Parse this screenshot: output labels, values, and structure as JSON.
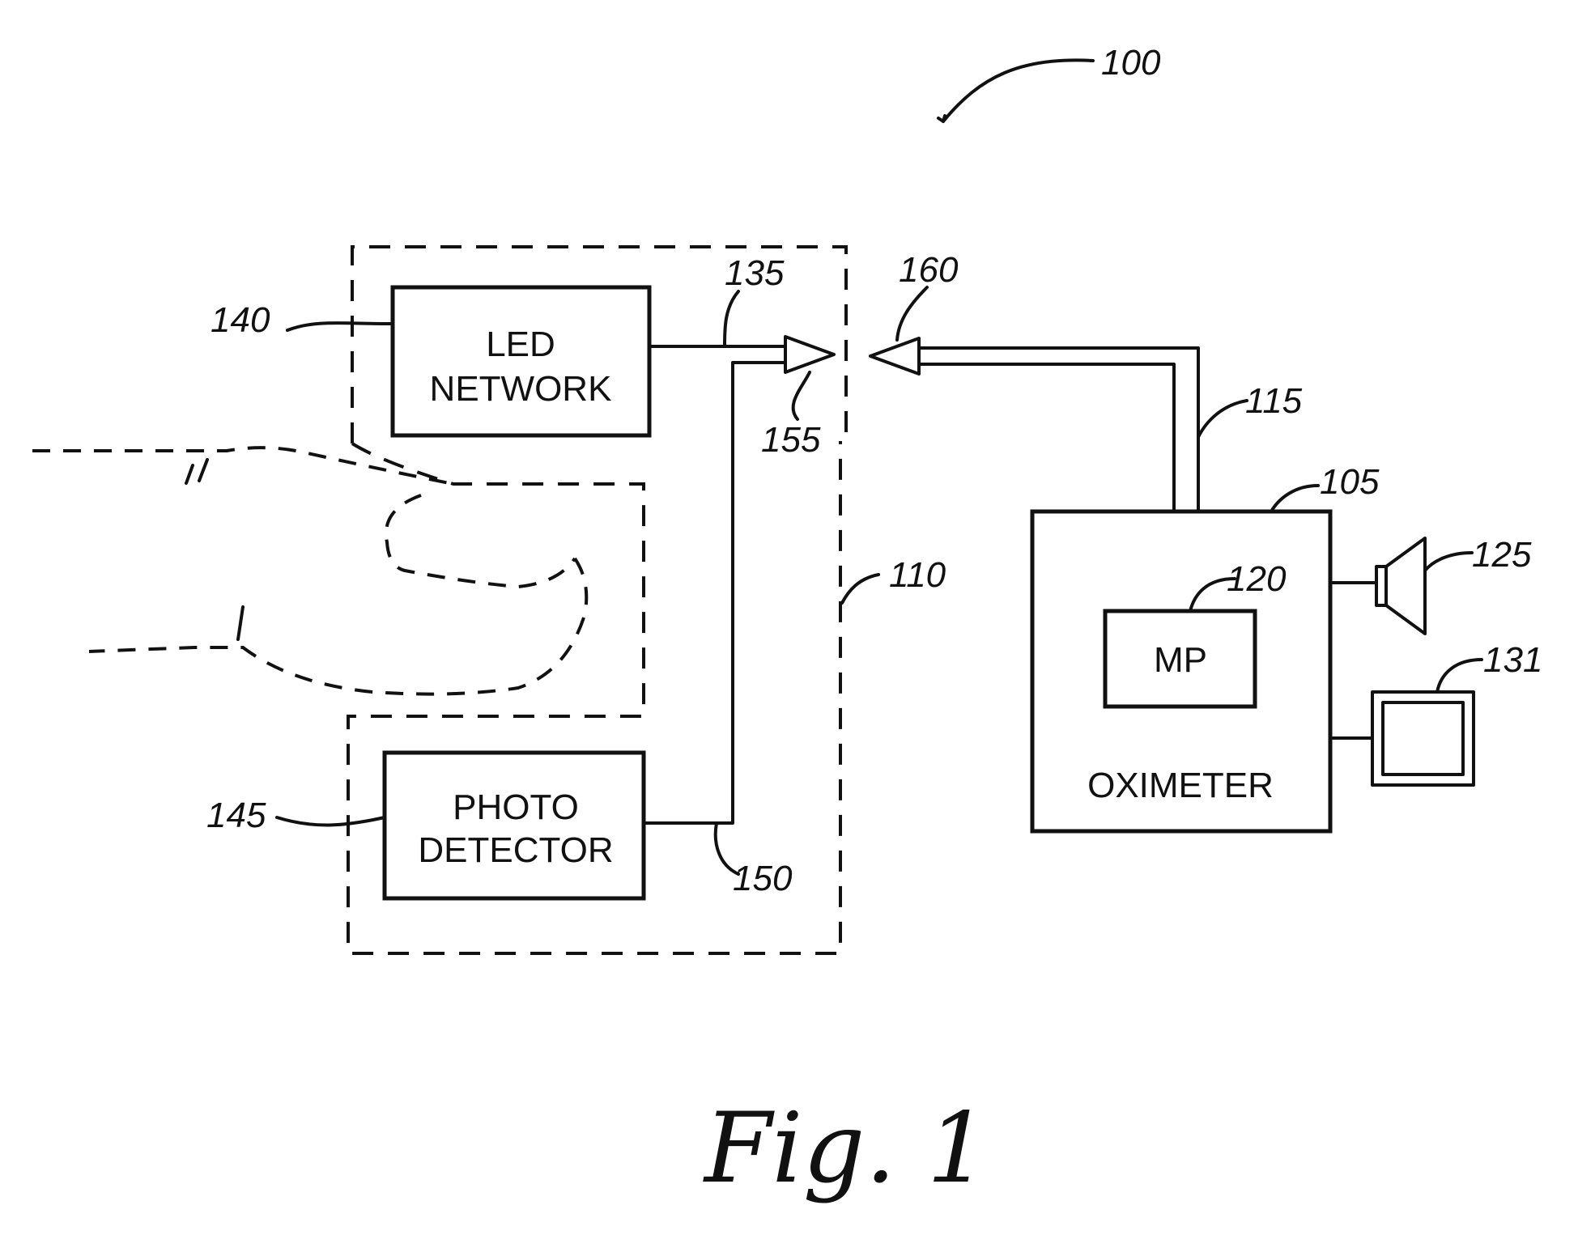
{
  "refs": {
    "system": "100",
    "oximeter": "105",
    "sensor": "110",
    "cable": "115",
    "processor": "120",
    "speaker": "125",
    "display": "131",
    "led_line": "135",
    "led_network": "140",
    "photodetector": "145",
    "detector_line": "150",
    "sensor_connector": "155",
    "cable_connector": "160"
  },
  "boxes": {
    "led_network": [
      "LED",
      "NETWORK"
    ],
    "photodetector": [
      "PHOTO",
      "DETECTOR"
    ],
    "processor": "MP",
    "oximeter": "OXIMETER"
  },
  "caption": "Fig. 1"
}
